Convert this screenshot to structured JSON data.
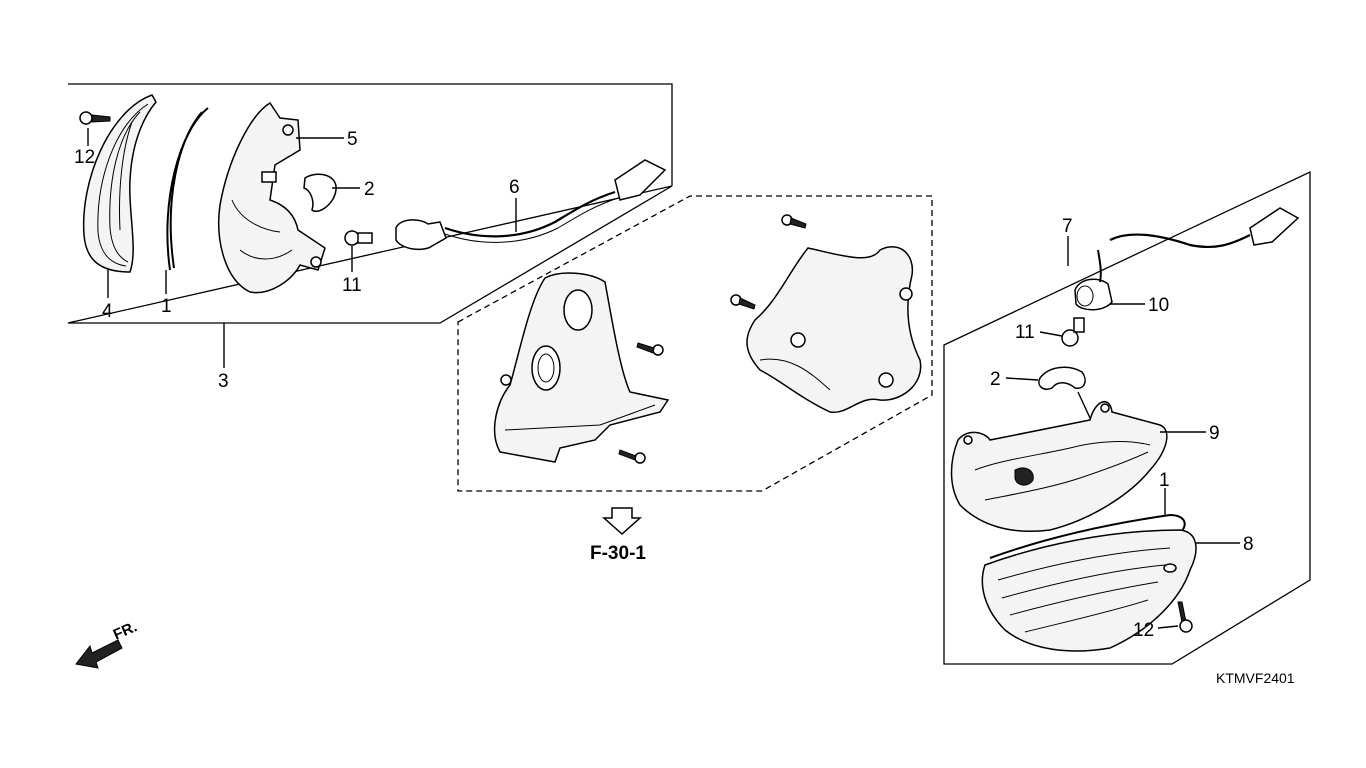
{
  "diagram": {
    "callouts": {
      "left_12": "12",
      "left_4": "4",
      "left_1": "1",
      "left_5": "5",
      "left_2": "2",
      "left_11": "11",
      "left_6": "6",
      "left_3": "3",
      "right_7": "7",
      "right_10": "10",
      "right_11": "11",
      "right_2": "2",
      "right_9": "9",
      "right_1": "1",
      "right_8": "8",
      "right_12": "12"
    },
    "reference": "F-30-1",
    "direction_label": "FR.",
    "diagram_code": "KTMVF2401"
  }
}
